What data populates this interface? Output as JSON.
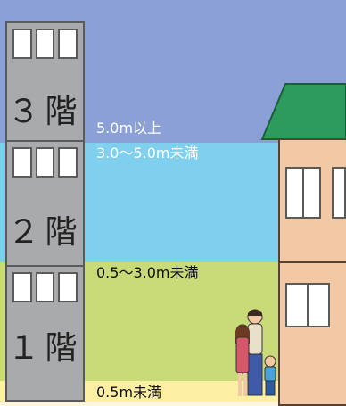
{
  "colors": {
    "band_top": "#8aa0d6",
    "band_mid": "#7fd0ef",
    "band_low": "#c9db78",
    "band_bottom": "#fdf0a4",
    "roof": "#2d9a5e"
  },
  "floors": {
    "floor3": "３階",
    "floor2": "２階",
    "floor1": "１階"
  },
  "levels": {
    "above_5m": "5.0m以上",
    "from_3_to_5m": "3.0～5.0m未満",
    "from_05_to_3m": "0.5～3.0m未満",
    "below_05m": "0.5m未満"
  }
}
